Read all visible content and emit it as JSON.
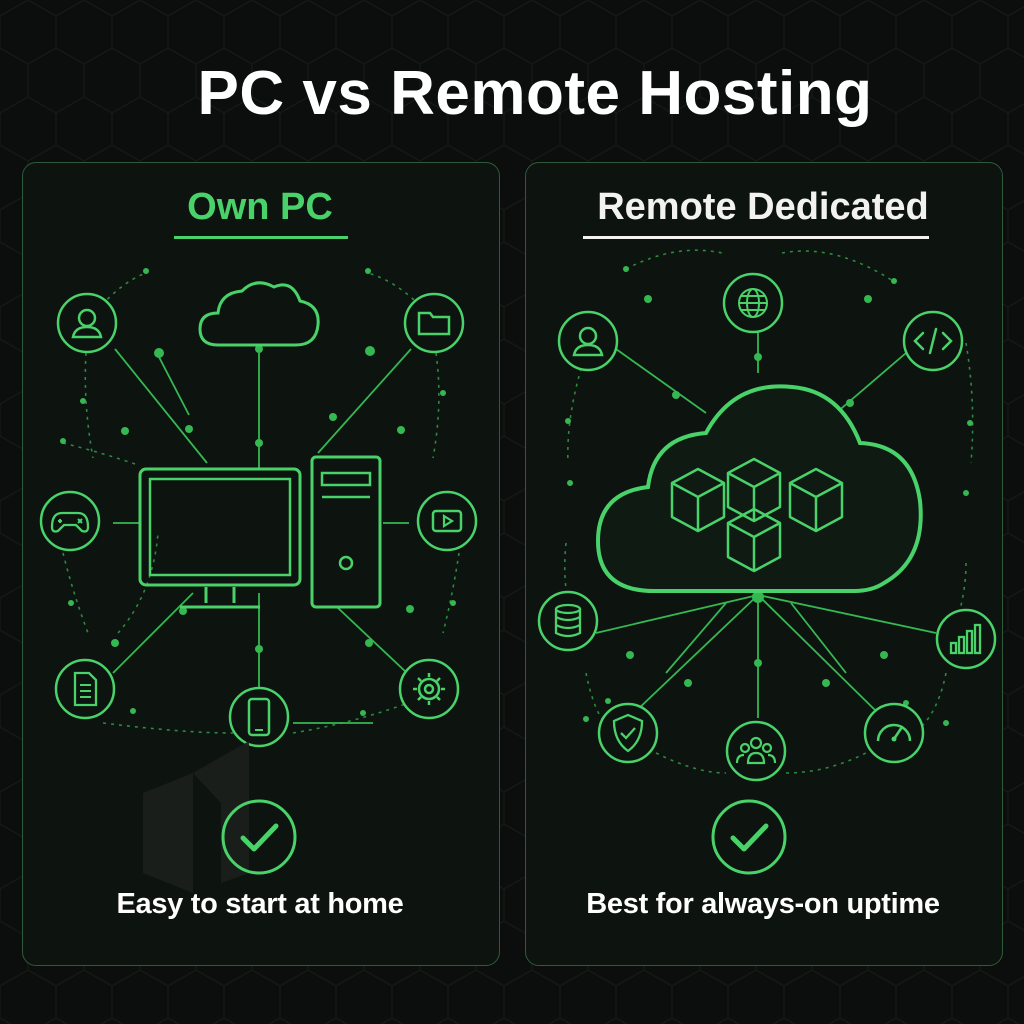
{
  "title": "PC vs Remote Hosting",
  "left_panel": {
    "heading": "Own PC",
    "caption": "Easy to start at home",
    "icons": [
      "user-icon",
      "folder-icon",
      "gamepad-icon",
      "play-icon",
      "document-icon",
      "phone-icon",
      "settings-icon",
      "cloud-icon",
      "monitor-icon",
      "tower-icon",
      "check-icon"
    ]
  },
  "right_panel": {
    "heading": "Remote Dedicated",
    "caption": "Best for always-on uptime",
    "icons": [
      "globe-icon",
      "user-icon",
      "code-icon",
      "database-icon",
      "bar-chart-icon",
      "shield-check-icon",
      "team-icon",
      "speedometer-icon",
      "cloud-cubes-icon",
      "check-icon"
    ]
  },
  "colors": {
    "accent": "#4ad26a",
    "background": "#0b0e0c",
    "panel_border": "#2f5a3a",
    "text": "#ffffff"
  }
}
